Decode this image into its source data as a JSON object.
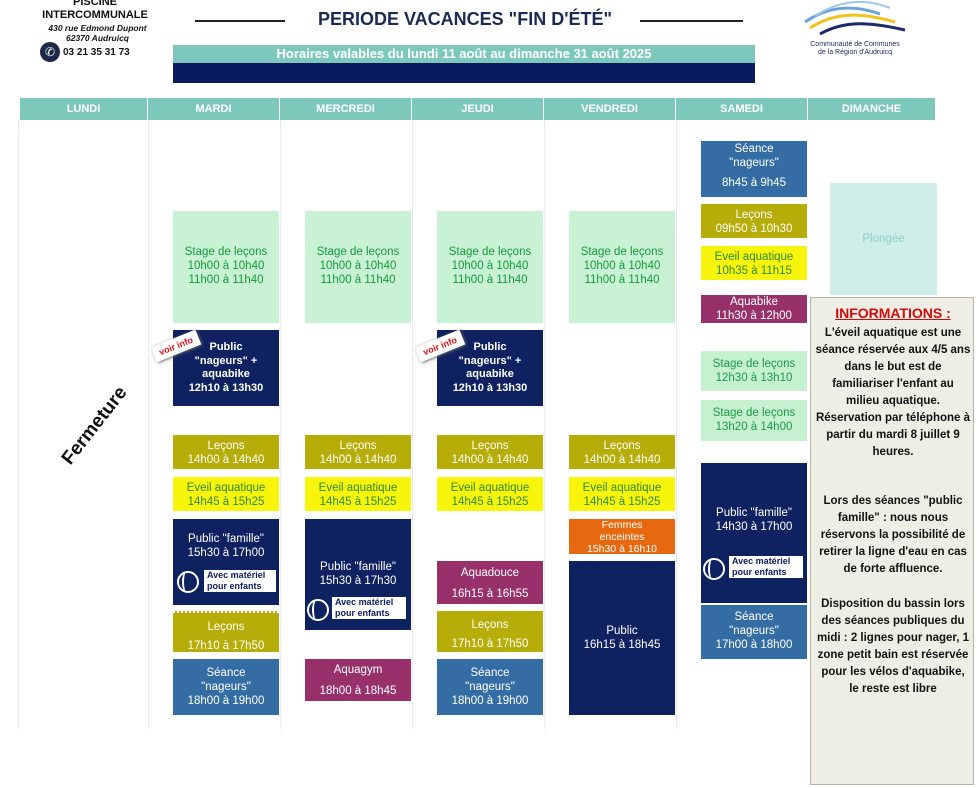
{
  "header": {
    "org_name": "PISCINE INTERCOMMUNALE",
    "address_line1": "430 rue Edmond Dupont",
    "address_line2": "62370 Audruicq",
    "phone": "03 21 35 31 73",
    "title": "PERIODE VACANCES \"FIN D'ÉTÉ\"",
    "hours_banner": "Horaires valables du lundi 11 août au dimanche 31 août 2025",
    "logo_line1": "Communauté de Communes",
    "logo_line2": "de la Région d'Audruicq"
  },
  "days": [
    "LUNDI",
    "MARDI",
    "MERCREDI",
    "JEUDI",
    "VENDREDI",
    "SAMEDI",
    "DIMANCHE"
  ],
  "monday_status": "Fermeture",
  "labels": {
    "voir_info": "voir info",
    "avec_materiel": "Avec matériel",
    "pour_enfants": "pour enfants"
  },
  "sessions": {
    "stage": {
      "title": "Stage de leçons",
      "t1": "10h00 à 10h40",
      "t2": "11h00 à 11h40"
    },
    "public_aquabike": {
      "l1": "Public",
      "l2": "\"nageurs\" +",
      "l3": "aquabike",
      "time": "12h10 à 13h30"
    },
    "lecons_14": {
      "title": "Leçons",
      "time": "14h00 à 14h40"
    },
    "eveil_14": {
      "title": "Eveil aquatique",
      "time": "14h45 à 15h25"
    },
    "famille_mardi": {
      "title": "Public \"famille\"",
      "time": "15h30 à 17h00"
    },
    "famille_mercredi": {
      "title": "Public \"famille\"",
      "time": "15h30 à 17h30"
    },
    "lecons_17": {
      "title": "Leçons",
      "time": "17h10 à 17h50"
    },
    "nageurs_18": {
      "l1": "Séance",
      "l2": "\"nageurs\"",
      "time": "18h00 à 19h00"
    },
    "aquagym": {
      "title": "Aquagym",
      "time": "18h00 à 18h45"
    },
    "aquadouce": {
      "title": "Aquadouce",
      "time": "16h15 à 16h55"
    },
    "femmes": {
      "l1": "Femmes",
      "l2": "enceintes",
      "time": "15h30 à 16h10"
    },
    "public_vendredi": {
      "title": "Public",
      "time": "16h15 à 18h45"
    },
    "sam_nageurs_am": {
      "l1": "Séance",
      "l2": "\"nageurs\"",
      "time": "8h45 à 9h45"
    },
    "sam_lecons": {
      "title": "Leçons",
      "time": "09h50 à 10h30"
    },
    "sam_eveil": {
      "title": "Eveil aquatique",
      "time": "10h35 à 11h15"
    },
    "sam_aquabike": {
      "title": "Aquabike",
      "time": "11h30 à 12h00"
    },
    "sam_stage1": {
      "title": "Stage de leçons",
      "time": "12h30 à 13h10"
    },
    "sam_stage2": {
      "title": "Stage de leçons",
      "time": "13h20 à 14h00"
    },
    "sam_famille": {
      "title": "Public \"famille\"",
      "time": "14h30 à 17h00"
    },
    "sam_nageurs_pm": {
      "l1": "Séance",
      "l2": "\"nageurs\"",
      "time": "17h00 à 18h00"
    },
    "dim_plongee": {
      "title": "Plongée"
    }
  },
  "info": {
    "title": "INFORMATIONS :",
    "p1": "L'éveil aquatique est une séance réservée aux 4/5 ans dans le but est de familiariser l'enfant au milieu aquatique. Réservation par téléphone à partir du mardi 8 juillet 9 heures.",
    "p2": "Lors des séances \"public famille\" : nous nous réservons la possibilité de retirer la ligne d'eau en cas de forte affluence.",
    "p3": "Disposition du bassin lors des séances publiques du midi : 2 lignes pour nager, 1 zone petit bain est réservée pour les vélos d'aquabike, le reste est libre"
  },
  "colors": {
    "teal_header": "#7cc8bb",
    "navy": "#0e2160",
    "olive": "#b6ad09",
    "yellow": "#f8f50c",
    "light_green": "#c9f1d4",
    "steel_blue": "#346da4",
    "plum": "#98306a",
    "orange": "#e7690f",
    "alert_red": "#d40a0a"
  }
}
